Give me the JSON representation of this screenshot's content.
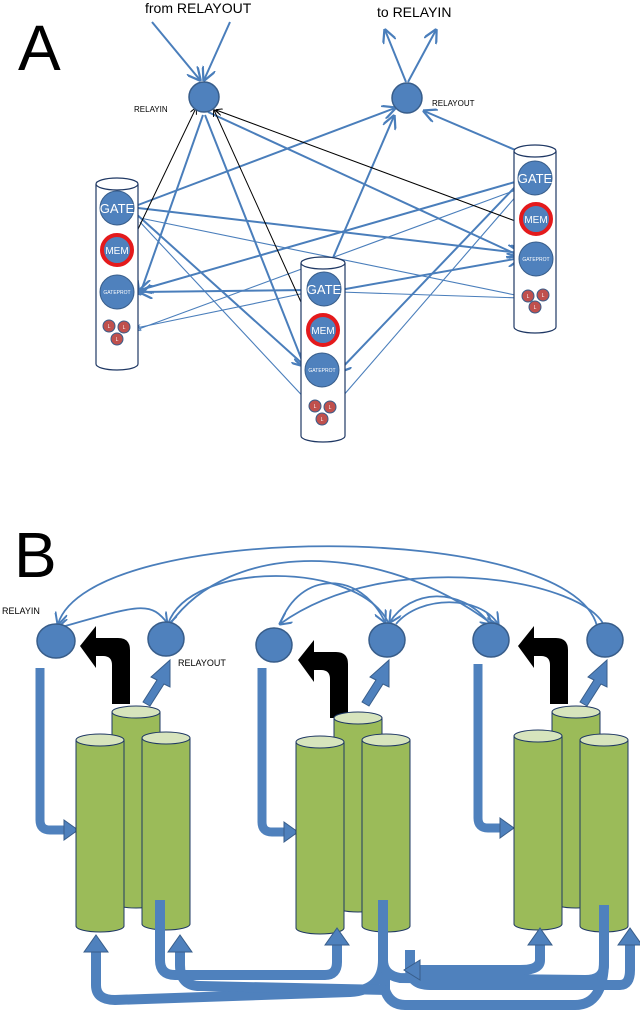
{
  "panel_a": {
    "letter": "A",
    "from_relayout": "from RELAYOUT",
    "to_relayin": "to RELAYIN",
    "relayin": "RELAYIN",
    "relayout": "RELAYOUT",
    "columns": [
      {
        "gate": "GATE",
        "mem": "MEM",
        "gateprot": "GATEPROT",
        "l": [
          "L",
          "L",
          "L"
        ]
      },
      {
        "gate": "GATE",
        "mem": "MEM",
        "gateprot": "GATEPROT",
        "l": [
          "L",
          "L",
          "L"
        ]
      },
      {
        "gate": "GATE",
        "mem": "MEM",
        "gateprot": "GATEPROT",
        "l": [
          "L",
          "L",
          "L"
        ]
      }
    ]
  },
  "panel_b": {
    "letter": "B",
    "relayin": "RELAYIN",
    "relayout": "RELAYOUT"
  },
  "colors": {
    "node_fill": "#4f81bd",
    "node_stroke": "#385d8a",
    "arrow": "#4a7ebb",
    "mem_ring": "#e41a1c",
    "cylinder_body": "#9bbb59",
    "cylinder_top": "#d7e4bd",
    "cylinder_stroke": "#1f3864",
    "black_arrow": "#000000"
  }
}
